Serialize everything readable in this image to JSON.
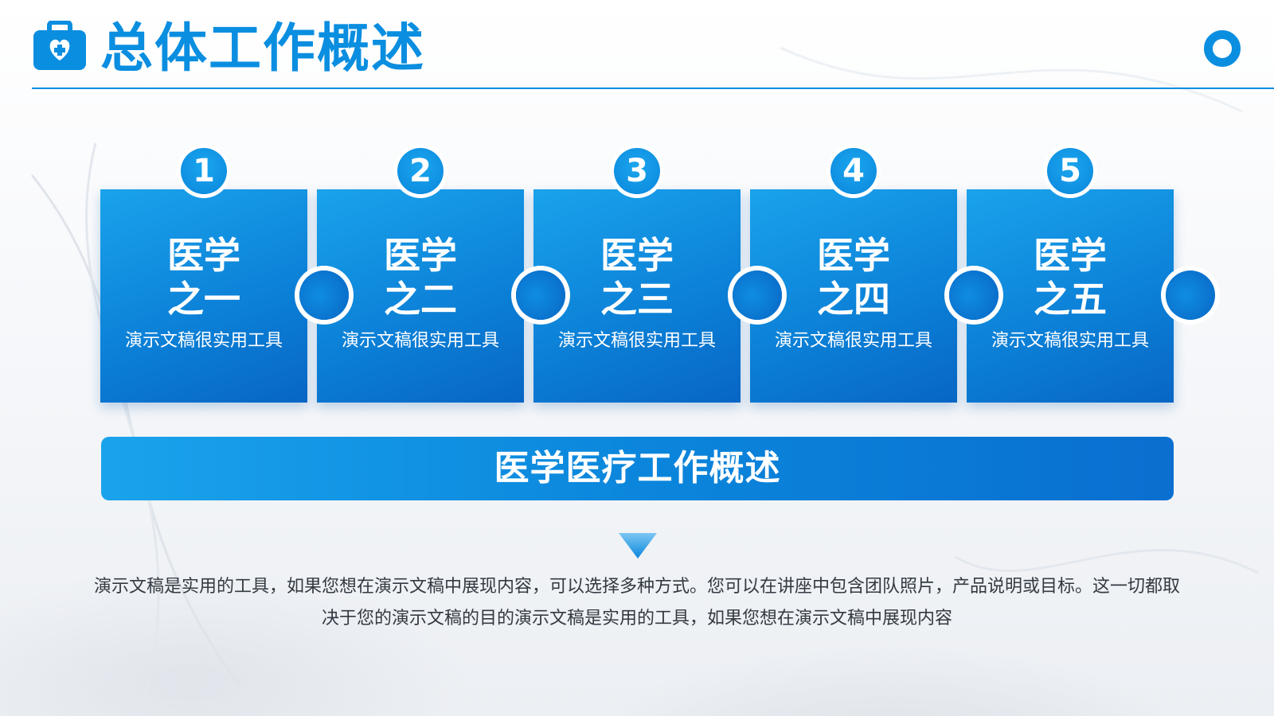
{
  "header": {
    "title": "总体工作概述",
    "icon": "medical-kit-icon",
    "accent_color": "#0a8ee0"
  },
  "cards": [
    {
      "number": "1",
      "title_line1": "医学",
      "title_line2": "之一",
      "subtitle": "演示文稿很实用工具"
    },
    {
      "number": "2",
      "title_line1": "医学",
      "title_line2": "之二",
      "subtitle": "演示文稿很实用工具"
    },
    {
      "number": "3",
      "title_line1": "医学",
      "title_line2": "之三",
      "subtitle": "演示文稿很实用工具"
    },
    {
      "number": "4",
      "title_line1": "医学",
      "title_line2": "之四",
      "subtitle": "演示文稿很实用工具"
    },
    {
      "number": "5",
      "title_line1": "医学",
      "title_line2": "之五",
      "subtitle": "演示文稿很实用工具"
    }
  ],
  "banner": {
    "label": "医学医疗工作概述"
  },
  "description": {
    "text": "演示文稿是实用的工具，如果您想在演示文稿中展现内容，可以选择多种方式。您可以在讲座中包含团队照片，产品说明或目标。这一切都取决于您的演示文稿的目的演示文稿是实用的工具，如果您想在演示文稿中展现内容"
  },
  "colors": {
    "primary": "#0a8ee0",
    "card_gradient_start": "#1aa3ec",
    "card_gradient_end": "#0866c4",
    "text_dark": "#333a42"
  }
}
